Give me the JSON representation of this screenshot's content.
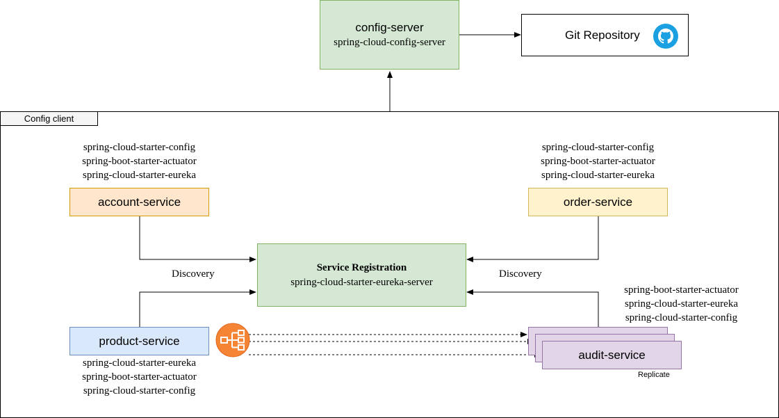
{
  "colors": {
    "green": "#d5e8d4",
    "orange": "#ffe6cc",
    "yellow": "#fff2cc",
    "blue": "#dae8fc",
    "purple": "#e1d5e7",
    "github": "#1ba1e2",
    "load_balancer": "#f58534"
  },
  "config_server": {
    "title": "config-server",
    "subtitle": "spring-cloud-config-server"
  },
  "git_repository": {
    "label": "Git Repository",
    "icon": "github-icon"
  },
  "config_client": {
    "label": "Config client"
  },
  "account_service": {
    "title": "account-service",
    "deps": [
      "spring-cloud-starter-config",
      "spring-boot-starter-actuator",
      "spring-cloud-starter-eureka"
    ]
  },
  "order_service": {
    "title": "order-service",
    "deps": [
      "spring-cloud-starter-config",
      "spring-boot-starter-actuator",
      "spring-cloud-starter-eureka"
    ]
  },
  "registry": {
    "title": "Service Registration",
    "subtitle": "spring-cloud-starter-eureka-server"
  },
  "discovery": {
    "left": "Discovery",
    "right": "Discovery"
  },
  "product_service": {
    "title": "product-service",
    "deps": [
      "spring-cloud-starter-eureka",
      "spring-boot-starter-actuator",
      "spring-cloud-starter-config"
    ]
  },
  "audit_service": {
    "title": "audit-service",
    "deps": [
      "spring-boot-starter-actuator",
      "spring-cloud-starter-eureka",
      "spring-cloud-starter-config"
    ],
    "replicate_label": "Replicate"
  },
  "load_balancer": {
    "icon": "load-balancer-icon"
  }
}
